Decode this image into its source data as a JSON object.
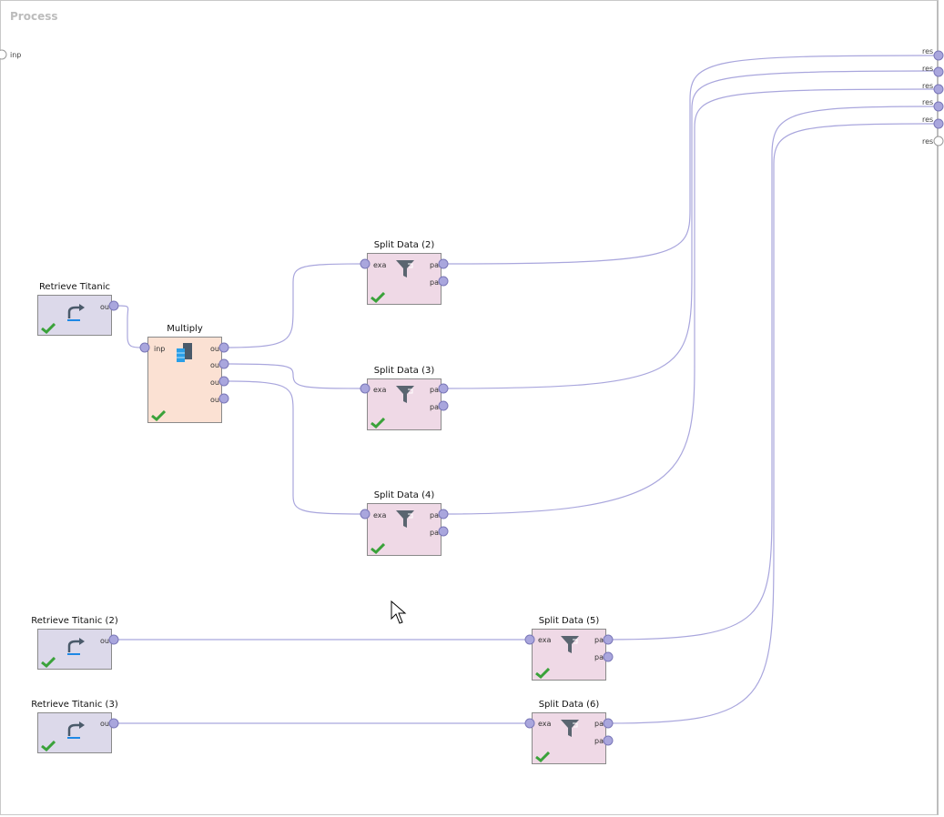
{
  "process": {
    "title": "Process",
    "input_port": "inp",
    "result_port": "res"
  },
  "operators": [
    {
      "id": "retrieve1",
      "title": "Retrieve Titanic",
      "kind": "retrieve",
      "ports_out": [
        "out"
      ]
    },
    {
      "id": "multiply",
      "title": "Multiply",
      "kind": "multiply",
      "ports_in": [
        "inp"
      ],
      "ports_out": [
        "out",
        "out",
        "out",
        "out"
      ]
    },
    {
      "id": "split2",
      "title": "Split Data (2)",
      "kind": "split",
      "ports_in": [
        "exa"
      ],
      "ports_out": [
        "par",
        "par"
      ]
    },
    {
      "id": "split3",
      "title": "Split Data (3)",
      "kind": "split",
      "ports_in": [
        "exa"
      ],
      "ports_out": [
        "par",
        "par"
      ]
    },
    {
      "id": "split4",
      "title": "Split Data (4)",
      "kind": "split",
      "ports_in": [
        "exa"
      ],
      "ports_out": [
        "par",
        "par"
      ]
    },
    {
      "id": "retrieve2",
      "title": "Retrieve Titanic (2)",
      "kind": "retrieve",
      "ports_out": [
        "out"
      ]
    },
    {
      "id": "split5",
      "title": "Split Data (5)",
      "kind": "split",
      "ports_in": [
        "exa"
      ],
      "ports_out": [
        "par",
        "par"
      ]
    },
    {
      "id": "retrieve3",
      "title": "Retrieve Titanic (3)",
      "kind": "retrieve",
      "ports_out": [
        "out"
      ]
    },
    {
      "id": "split6",
      "title": "Split Data (6)",
      "kind": "split",
      "ports_in": [
        "exa"
      ],
      "ports_out": [
        "par",
        "par"
      ]
    }
  ],
  "colors": {
    "connection": "#a9a6dd",
    "port_fill": "#a9a6dd",
    "retrieve_fill": "#dcd9ea",
    "split_fill": "#efd9e6",
    "multiply_fill": "#fbe1d3",
    "check": "#3aa23a"
  },
  "icons": {
    "retrieve": "retrieve-arrow-icon",
    "split": "funnel-icon",
    "multiply": "multiply-copy-icon",
    "status": "checkmark-icon"
  }
}
